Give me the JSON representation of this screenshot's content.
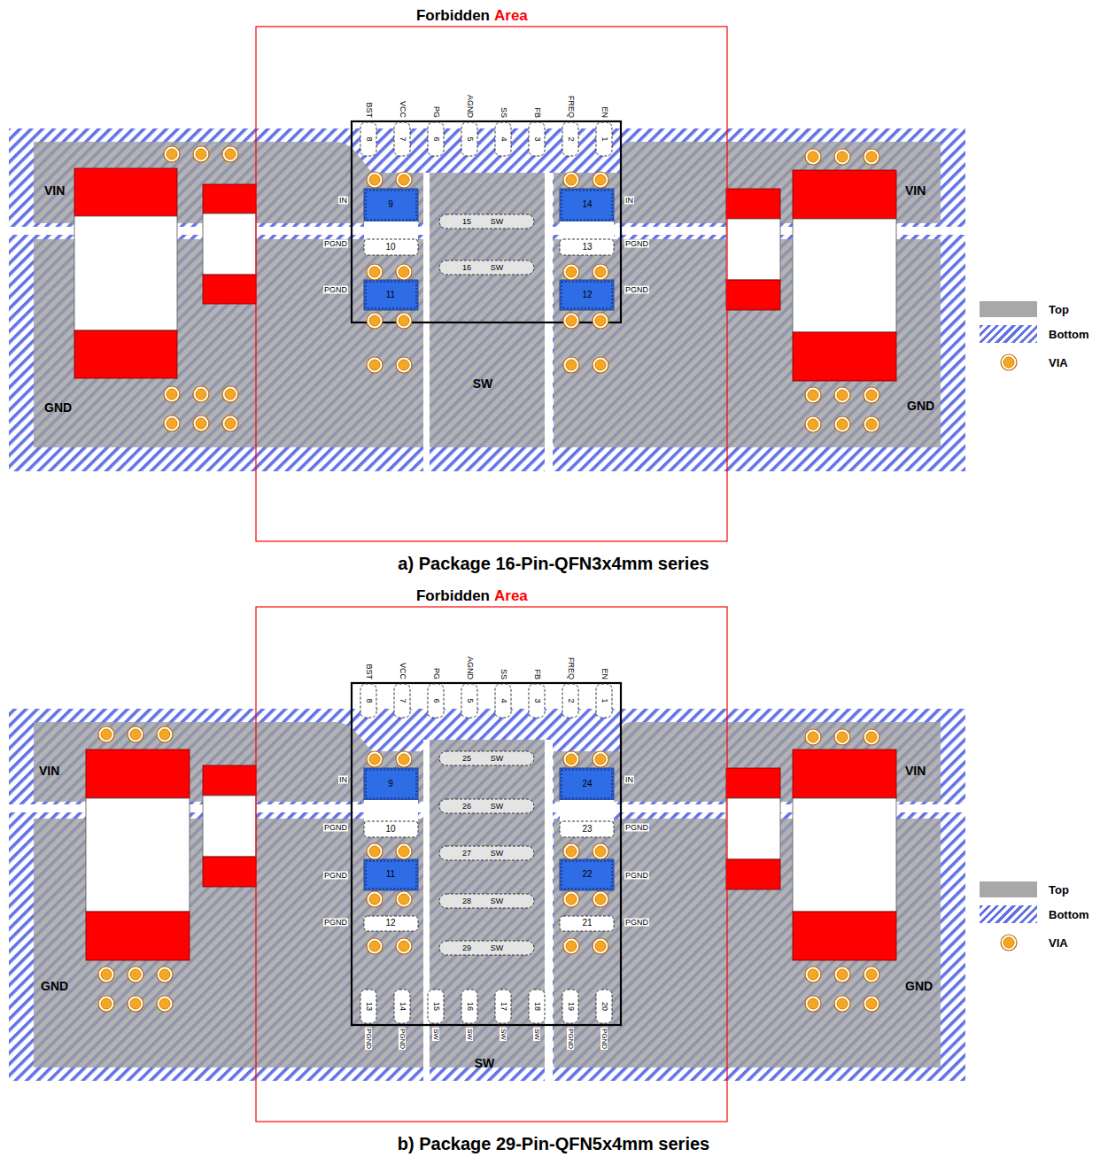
{
  "diagram": {
    "labels": [
      "Forbidden",
      "Area",
      "BST",
      "VCC",
      "PG",
      "AGND",
      "SS",
      "FB",
      "FREQ",
      "EN",
      "8",
      "7",
      "6",
      "5",
      "4",
      "3",
      "2",
      "1",
      "9",
      "10",
      "11",
      "IN",
      "PGND",
      "PGND",
      "14",
      "13",
      "12",
      "IN",
      "PGND",
      "PGND",
      "15",
      "SW",
      "16",
      "SW",
      "VIN",
      "GND",
      "VIN",
      "GND",
      "SW",
      "a) Package 16-Pin-QFN3x4mm series",
      "Forbidden",
      "Area",
      "BST",
      "VCC",
      "PG",
      "AGND",
      "SS",
      "FB",
      "FREQ",
      "EN",
      "8",
      "7",
      "6",
      "5",
      "4",
      "3",
      "2",
      "1",
      "9",
      "10",
      "11",
      "12",
      "IN",
      "PGND",
      "PGND",
      "PGND",
      "24",
      "23",
      "22",
      "21",
      "IN",
      "PGND",
      "PGND",
      "PGND",
      "25",
      "SW",
      "26",
      "SW",
      "27",
      "SW",
      "28",
      "SW",
      "29",
      "SW",
      "13",
      "14",
      "15",
      "16",
      "17",
      "18",
      "19",
      "20",
      "PGND",
      "PGND",
      "SW",
      "SW",
      "SW",
      "SW",
      "PGND",
      "PGND",
      "VIN",
      "GND",
      "VIN",
      "GND",
      "SW",
      "b) Package 29-Pin-QFN5x4mm series"
    ],
    "legend": [
      {
        "text": "Top",
        "color": "#a8a8a8"
      },
      {
        "text": "Bottom",
        "color": "#6272e4"
      },
      {
        "text": "VIA"
      },
      {
        "text": "Top",
        "color": "#a8a8a8"
      },
      {
        "text": "Bottom",
        "color": "#6272e4"
      },
      {
        "text": "VIA"
      }
    ]
  }
}
